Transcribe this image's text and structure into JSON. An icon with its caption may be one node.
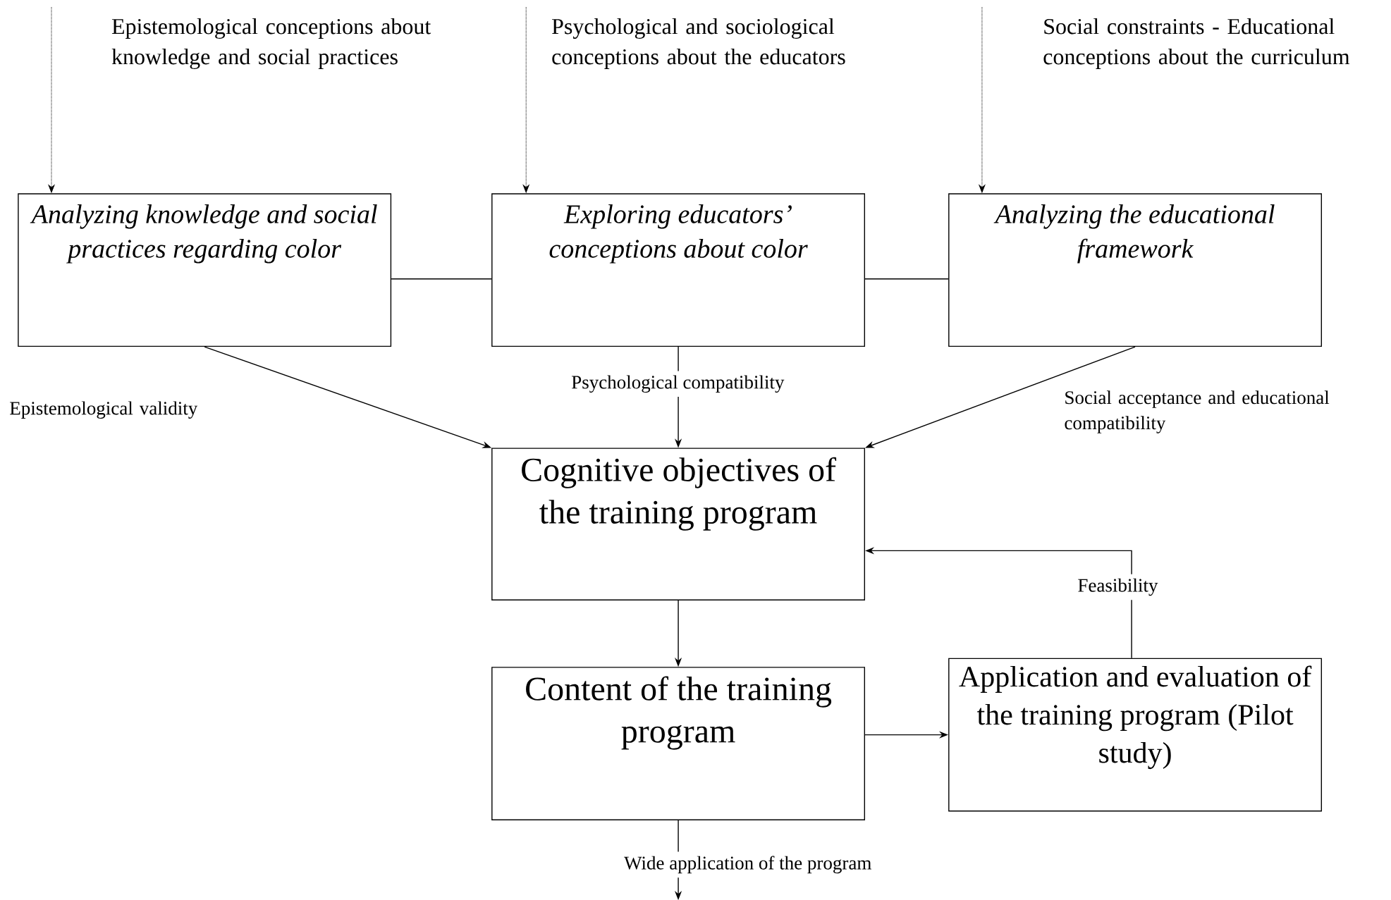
{
  "diagram": {
    "nodes": [
      {
        "text": [
          "Analyzing knowledge and social practices regarding color"
        ]
      },
      {
        "text": [
          "Exploring educators’ conceptions about color"
        ]
      },
      {
        "text": [
          "Analyzing the educational framework"
        ]
      },
      {
        "text": [
          "Cognitive objectives of the training program"
        ]
      },
      {
        "text": [
          "Content of the training program"
        ]
      },
      {
        "text": [
          "Application and evaluation of the training program (Pilot study)"
        ]
      }
    ],
    "edges": [
      {
        "from": null,
        "to": 0,
        "arrow": "to",
        "style": "dashed"
      },
      {
        "from": null,
        "to": 1,
        "arrow": "to",
        "style": "dashed"
      },
      {
        "from": null,
        "to": 2,
        "arrow": "to",
        "style": "dashed"
      },
      {
        "from": 0,
        "to": 1,
        "arrow": "none"
      },
      {
        "from": 1,
        "to": 2,
        "arrow": "none"
      },
      {
        "from": 0,
        "to": 3,
        "arrow": "to",
        "label": "Epistemological validity"
      },
      {
        "from": 1,
        "to": 3,
        "arrow": "to",
        "label": "Psychological compatibility"
      },
      {
        "from": 2,
        "to": 3,
        "arrow": "to",
        "label": "Social acceptance and educational compatibility"
      },
      {
        "from": 5,
        "to": 3,
        "arrow": "to",
        "label": "Feasibility"
      },
      {
        "from": 3,
        "to": 4,
        "arrow": "to"
      },
      {
        "from": 4,
        "to": 5,
        "arrow": "to"
      },
      {
        "from": 4,
        "to": null,
        "arrow": "to",
        "label": "Wide application of the program"
      }
    ],
    "labels": [
      "Epistemological conceptions about knowledge and social practices",
      "Psychological and sociological conceptions about the educators",
      "Social constraints - Educational conceptions about the curriculum"
    ]
  }
}
